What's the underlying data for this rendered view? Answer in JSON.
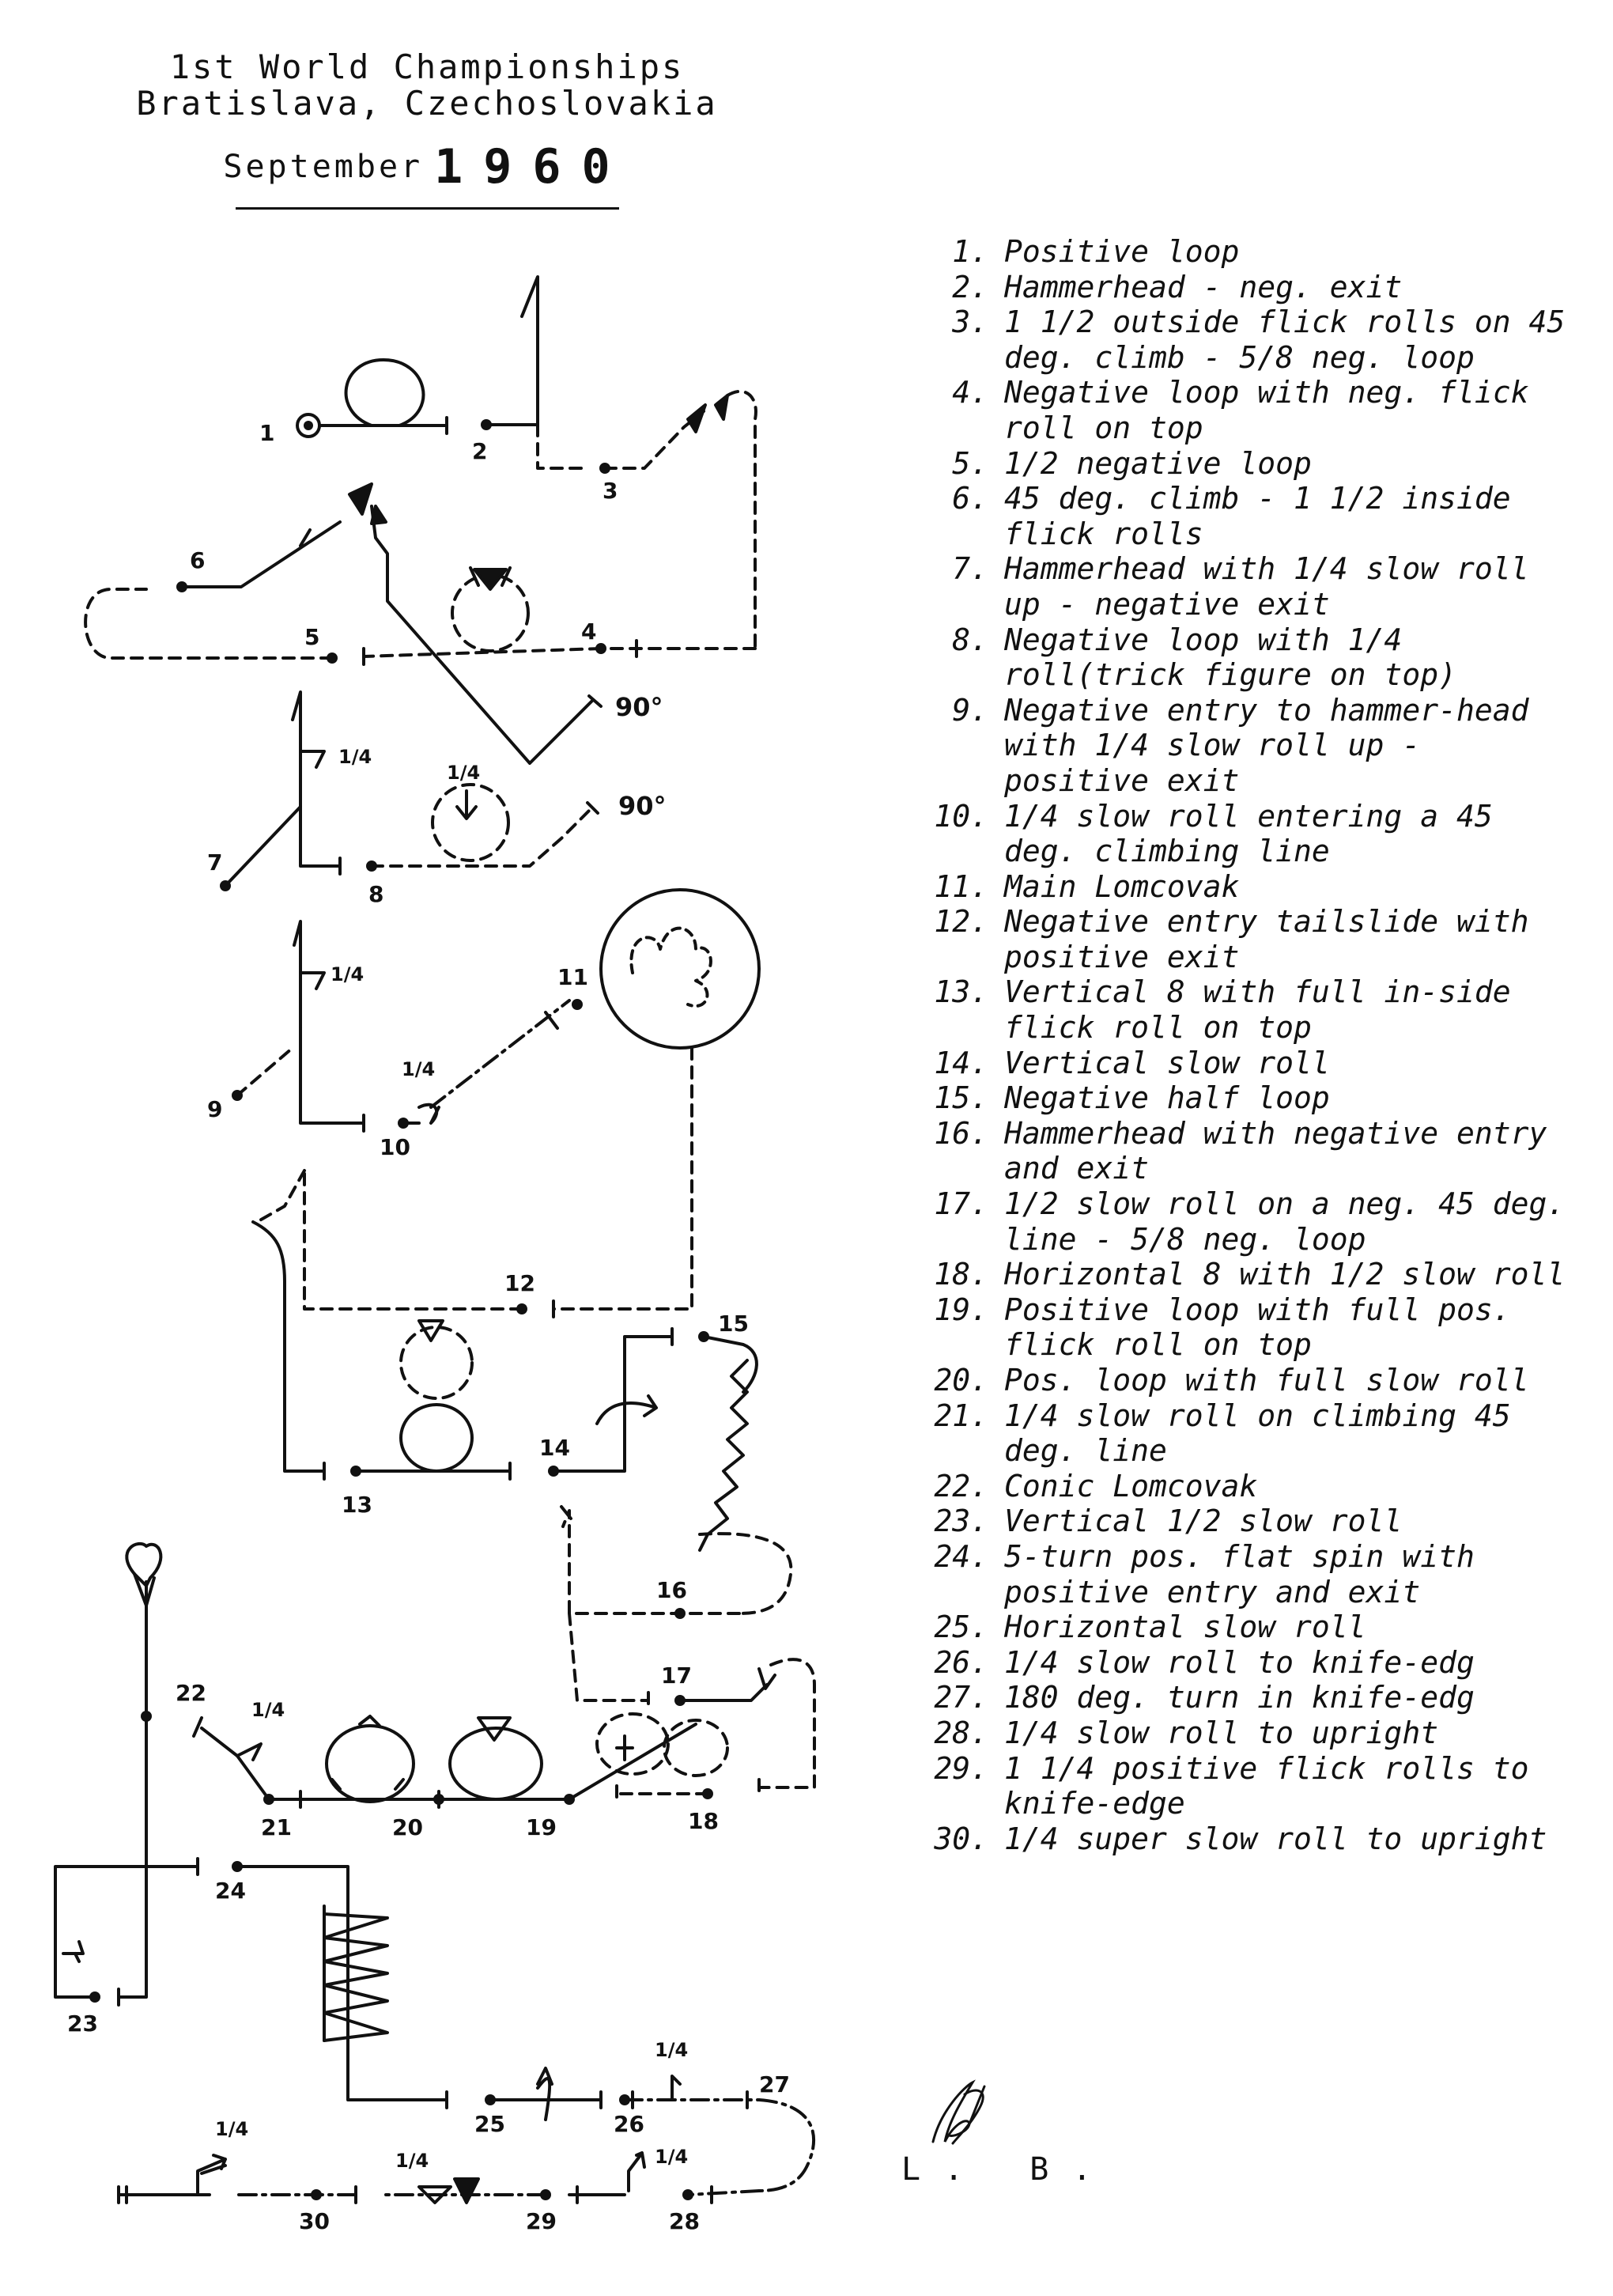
{
  "header": {
    "title_line1": "1st World Championships",
    "title_line2": "Bratislava, Czechoslovakia",
    "month": "September",
    "year": "1960"
  },
  "diagram": {
    "figure_numbers": [
      "1",
      "2",
      "3",
      "4",
      "5",
      "6",
      "7",
      "8",
      "9",
      "10",
      "11",
      "12",
      "13",
      "14",
      "15",
      "16",
      "17",
      "18",
      "19",
      "20",
      "21",
      "22",
      "23",
      "24",
      "25",
      "26",
      "27",
      "28",
      "29",
      "30"
    ],
    "angle_labels": [
      "90°",
      "90°"
    ],
    "roll_fraction_labels": [
      "1/4",
      "1/4",
      "1/4",
      "1/4",
      "1/4",
      "1/4",
      "1/4",
      "1/4",
      "1/4"
    ]
  },
  "legend": {
    "items": [
      {
        "num": "1.",
        "text": "Positive loop"
      },
      {
        "num": "2.",
        "text": "Hammerhead - neg. exit"
      },
      {
        "num": "3.",
        "text": "1 1/2 outside flick rolls on 45 deg. climb - 5/8 neg. loop"
      },
      {
        "num": "4.",
        "text": "Negative loop with neg. flick roll on top"
      },
      {
        "num": "5.",
        "text": "1/2 negative loop"
      },
      {
        "num": "6.",
        "text": "45 deg. climb - 1 1/2 inside flick rolls"
      },
      {
        "num": "7.",
        "text": "Hammerhead with 1/4 slow roll up - negative exit"
      },
      {
        "num": "8.",
        "text": "Negative loop with 1/4 roll(trick figure on top)"
      },
      {
        "num": "9.",
        "text": "Negative entry to hammer-head with 1/4 slow roll up - positive exit"
      },
      {
        "num": "10.",
        "text": "1/4 slow roll entering a 45 deg. climbing line"
      },
      {
        "num": "11.",
        "text": "Main Lomcovak"
      },
      {
        "num": "12.",
        "text": "Negative entry tailslide with positive exit"
      },
      {
        "num": "13.",
        "text": "Vertical 8 with full in-side flick roll on top"
      },
      {
        "num": "14.",
        "text": "Vertical slow roll"
      },
      {
        "num": "15.",
        "text": "Negative half loop"
      },
      {
        "num": "16.",
        "text": "Hammerhead with negative entry and exit"
      },
      {
        "num": "17.",
        "text": "1/2 slow roll on a neg. 45 deg. line - 5/8 neg. loop"
      },
      {
        "num": "18.",
        "text": "Horizontal 8 with 1/2 slow roll"
      },
      {
        "num": "19.",
        "text": "Positive loop with full pos. flick roll on top"
      },
      {
        "num": "20.",
        "text": "Pos. loop with full slow roll"
      },
      {
        "num": "21.",
        "text": "1/4 slow roll on climbing 45 deg. line"
      },
      {
        "num": "22.",
        "text": "Conic Lomcovak"
      },
      {
        "num": "23.",
        "text": "Vertical 1/2 slow roll"
      },
      {
        "num": "24.",
        "text": "5-turn pos. flat spin with positive entry and exit"
      },
      {
        "num": "25.",
        "text": "Horizontal slow roll"
      },
      {
        "num": "26.",
        "text": "1/4 slow roll to knife-edg"
      },
      {
        "num": "27.",
        "text": "180 deg. turn in knife-edg"
      },
      {
        "num": "28.",
        "text": "1/4 slow roll to upright"
      },
      {
        "num": "29.",
        "text": "1 1/4 positive flick rolls to knife-edge"
      },
      {
        "num": "30.",
        "text": "1/4 super slow roll to upright"
      }
    ]
  },
  "signature": {
    "initials": "L. B."
  }
}
